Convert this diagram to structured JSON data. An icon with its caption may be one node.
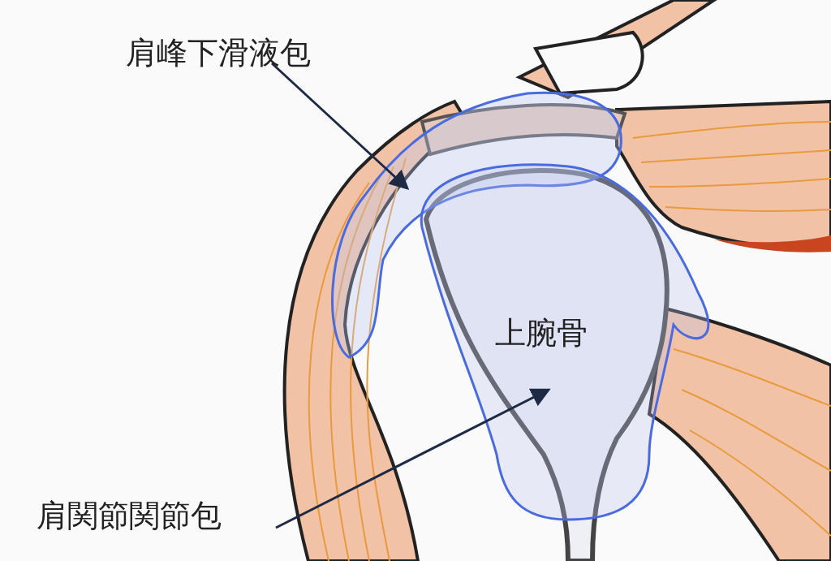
{
  "diagram": {
    "nodes": [
      {
        "text": [
          "肩峰下滑液包"
        ]
      },
      {
        "text": [],
        "shape": "picture"
      },
      {
        "text": [
          "肩関節関節包"
        ]
      },
      {
        "text": [],
        "shape": "picture"
      }
    ],
    "edges": [
      {
        "from": 0,
        "to": 1,
        "arrow": "to"
      },
      {
        "from": 2,
        "to": 3,
        "arrow": "to"
      }
    ],
    "labels": [
      "上腕骨"
    ]
  }
}
